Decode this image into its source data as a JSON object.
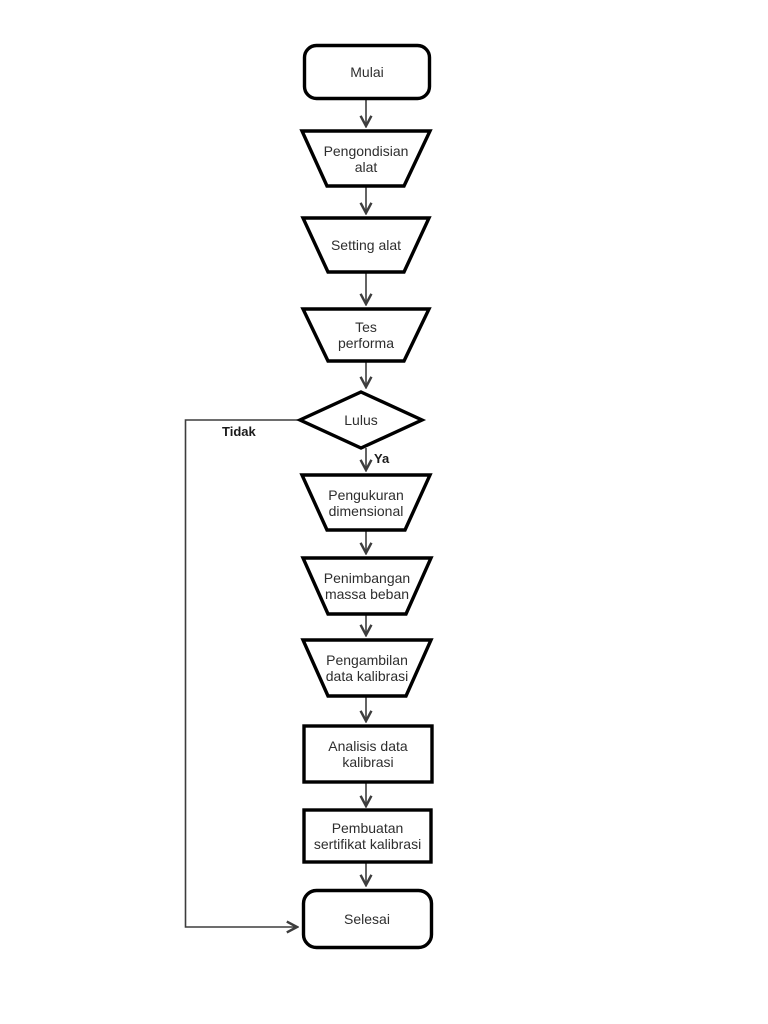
{
  "page": {
    "background_color": "#ffffff"
  },
  "diagram": {
    "type": "flowchart",
    "colors": {
      "shape_stroke": "#000000",
      "shape_fill": "#ffffff",
      "connector_stroke": "#3d3d3d",
      "text": "#2e2e2e"
    },
    "nodes": [
      {
        "id": "mulai",
        "shape": "terminator",
        "label": "Mulai"
      },
      {
        "id": "pengondisian-alat",
        "shape": "trapezoid",
        "label": "Pengondisian\nalat"
      },
      {
        "id": "setting-alat",
        "shape": "trapezoid",
        "label": "Setting alat"
      },
      {
        "id": "tes-performa",
        "shape": "trapezoid",
        "label": "Tes\nperforma"
      },
      {
        "id": "lulus",
        "shape": "decision",
        "label": "Lulus"
      },
      {
        "id": "pengukuran-dimensional",
        "shape": "trapezoid",
        "label": "Pengukuran\ndimensional"
      },
      {
        "id": "penimbangan-massa-beban",
        "shape": "trapezoid",
        "label": "Penimbangan\nmassa beban"
      },
      {
        "id": "pengambilan-data-kalibrasi",
        "shape": "trapezoid",
        "label": "Pengambilan\ndata kalibrasi"
      },
      {
        "id": "analisis-data-kalibrasi",
        "shape": "process",
        "label": "Analisis data\nkalibrasi"
      },
      {
        "id": "pembuatan-sertifikat-kalibrasi",
        "shape": "process",
        "label": "Pembuatan\nsertifikat kalibrasi"
      },
      {
        "id": "selesai",
        "shape": "terminator",
        "label": "Selesai"
      }
    ],
    "edges": [
      {
        "from": "mulai",
        "to": "pengondisian-alat",
        "label": ""
      },
      {
        "from": "pengondisian-alat",
        "to": "setting-alat",
        "label": ""
      },
      {
        "from": "setting-alat",
        "to": "tes-performa",
        "label": ""
      },
      {
        "from": "tes-performa",
        "to": "lulus",
        "label": ""
      },
      {
        "from": "lulus",
        "to": "pengukuran-dimensional",
        "label": "Ya"
      },
      {
        "from": "lulus",
        "to": "selesai",
        "label": "Tidak"
      },
      {
        "from": "pengukuran-dimensional",
        "to": "penimbangan-massa-beban",
        "label": ""
      },
      {
        "from": "penimbangan-massa-beban",
        "to": "pengambilan-data-kalibrasi",
        "label": ""
      },
      {
        "from": "pengambilan-data-kalibrasi",
        "to": "analisis-data-kalibrasi",
        "label": ""
      },
      {
        "from": "analisis-data-kalibrasi",
        "to": "pembuatan-sertifikat-kalibrasi",
        "label": ""
      },
      {
        "from": "pembuatan-sertifikat-kalibrasi",
        "to": "selesai",
        "label": ""
      }
    ],
    "edge_labels": {
      "yes": "Ya",
      "no": "Tidak"
    }
  }
}
